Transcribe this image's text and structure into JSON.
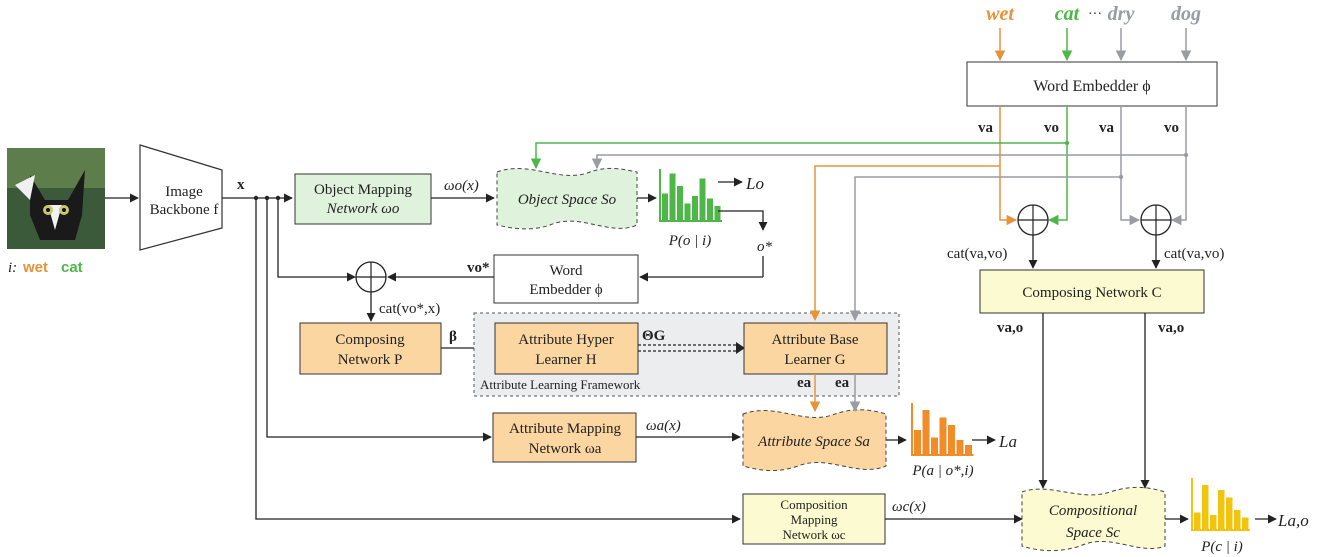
{
  "input": {
    "caption_prefix": "i:",
    "caption_attr": "wet",
    "caption_obj": "cat"
  },
  "words": {
    "w1": "wet",
    "w2": "cat",
    "ellipsis": "···",
    "w3": "dry",
    "w4": "dog"
  },
  "colors": {
    "orange": "#E8923A",
    "green": "#4DB848",
    "gray": "#9A9CA3",
    "green_fill": "#DFF3DC",
    "orange_fill": "#FBD6A1",
    "yellow_fill": "#FBFAD0",
    "gray_fill": "#ECEDEF",
    "bar_green": "#4DB848",
    "bar_orange": "#F28C28",
    "bar_yellow": "#F2C40F"
  },
  "boxes": {
    "word_embedder_top": "Word Embedder ϕ",
    "image_backbone_l1": "Image",
    "image_backbone_l2": "Backbone f",
    "obj_map_l1": "Object Mapping",
    "obj_map_l2": "Network ωo",
    "object_space": "Object Space So",
    "word_embedder_mid_l1": "Word",
    "word_embedder_mid_l2": "Embedder ϕ",
    "composing_p_l1": "Composing",
    "composing_p_l2": "Network P",
    "attr_hyper_l1": "Attribute Hyper",
    "attr_hyper_l2": "Learner H",
    "attr_base_l1": "Attribute Base",
    "attr_base_l2": "Learner G",
    "framework_label": "Attribute Learning Framework",
    "attr_map_l1": "Attribute Mapping",
    "attr_map_l2": "Network ωa",
    "attribute_space": "Attribute Space Sa",
    "comp_map_l1": "Composition",
    "comp_map_l2": "Mapping",
    "comp_map_l3": "Network ωc",
    "compositional_space_l1": "Compositional",
    "compositional_space_l2": "Space Sc",
    "composing_c": "Composing Network C"
  },
  "labels": {
    "x": "x",
    "omega_o_x": "ωo(x)",
    "omega_a_x": "ωa(x)",
    "omega_c_x": "ωc(x)",
    "v_a_1": "va",
    "v_o_1": "vo",
    "v_a_2": "va",
    "v_o_2": "vo",
    "v_o_star": "vo*",
    "cat_vo_x": "cat(vo*,x)",
    "beta": "β",
    "theta_g": "ΘG",
    "e_a_1": "ea",
    "e_a_2": "ea",
    "cat_va_vo_1": "cat(va,vo)",
    "cat_va_vo_2": "cat(va,vo)",
    "v_ao_1": "va,o",
    "v_ao_2": "va,o",
    "o_star": "o*",
    "p_o_i": "P(o | i)",
    "p_a_o_i": "P(a | o*,i)",
    "p_c_i": "P(c | i)",
    "loss_o": "Lo",
    "loss_a": "La",
    "loss_ao": "La,o"
  },
  "histograms": {
    "object": [
      0.55,
      0.95,
      0.7,
      0.35,
      0.5,
      0.85,
      0.45,
      0.3
    ],
    "attribute": [
      0.5,
      0.9,
      0.35,
      0.75,
      0.6,
      0.3,
      0.2
    ],
    "composition": [
      0.35,
      0.9,
      0.3,
      0.8,
      0.65,
      0.4,
      0.25
    ]
  }
}
